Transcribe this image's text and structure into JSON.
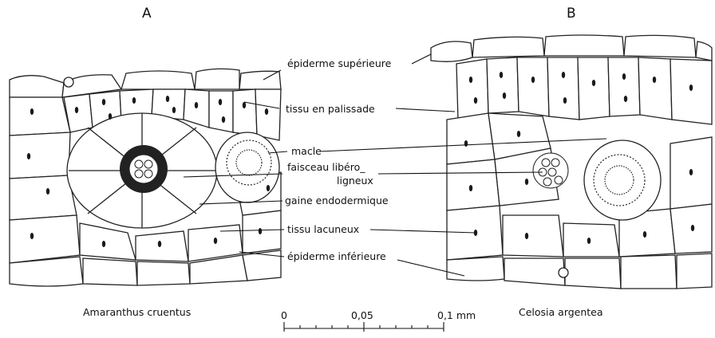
{
  "panels": {
    "left": {
      "letter": "A",
      "species": "Amaranthus cruentus"
    },
    "right": {
      "letter": "B",
      "species": "Celosia argentea"
    }
  },
  "labels": [
    {
      "key": "epiderme_sup",
      "text": "épiderme supérieure",
      "icon": "upper-epidermis"
    },
    {
      "key": "palissade",
      "text": "tissu en palissade",
      "icon": "palisade-tissue"
    },
    {
      "key": "macle",
      "text": "macle",
      "icon": "crystal-druse"
    },
    {
      "key": "faisceau_1",
      "text": "faisceau libéro_",
      "icon": "vascular-bundle"
    },
    {
      "key": "faisceau_2",
      "text": "ligneux",
      "icon": "vascular-bundle"
    },
    {
      "key": "gaine",
      "text": "gaine endodermique",
      "icon": "bundle-sheath"
    },
    {
      "key": "lacuneux",
      "text": "tissu lacuneux",
      "icon": "spongy-tissue"
    },
    {
      "key": "epiderme_inf",
      "text": "épiderme inférieure",
      "icon": "lower-epidermis"
    }
  ],
  "scale_bar": {
    "ticks": [
      "0",
      "0,05",
      "0,1 mm"
    ]
  },
  "colors": {
    "ink": "#111111",
    "background": "#ffffff"
  }
}
